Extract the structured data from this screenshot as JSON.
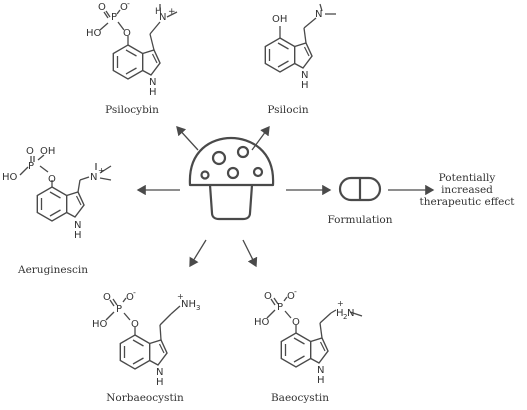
{
  "compounds": {
    "psilocybin": "Psilocybin",
    "psilocin": "Psilocin",
    "aeruginescin": "Aeruginescin",
    "norbaeocystin": "Norbaeocystin",
    "baeocystin": "Baeocystin"
  },
  "formulation": "Formulation",
  "outcome": [
    "Potentially",
    "increased",
    "therapeutic effect"
  ],
  "atoms": {
    "O": "O",
    "O_minus": "O",
    "minus": "-",
    "P": "P",
    "HO": "HO",
    "OH": "OH",
    "H": "H",
    "N": "N",
    "plus": "+",
    "NH3": "NH",
    "sub3": "3",
    "H2N": "H",
    "sub2": "2"
  },
  "colors": {
    "stroke": "#4a4a4a",
    "text": "#333333"
  },
  "icons": {
    "mushroom": "mushroom-icon",
    "capsule": "capsule-icon"
  }
}
